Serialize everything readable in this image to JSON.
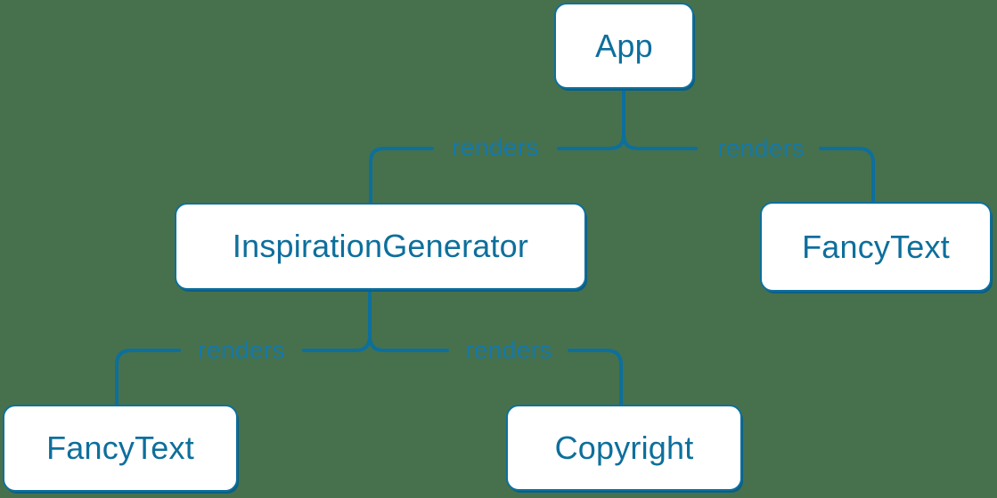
{
  "diagram": {
    "type": "component-render-tree",
    "colors": {
      "background": "#47714C",
      "line": "#0D6F9C",
      "node_border": "#0D6F9C",
      "node_fill": "#FFFFFF",
      "node_text": "#0D6F9C",
      "edge_label": "#1478AA",
      "node_shadow": "#0B5F85"
    },
    "nodes": [
      {
        "id": "app",
        "label": "App"
      },
      {
        "id": "inspiration-generator",
        "label": "InspirationGenerator"
      },
      {
        "id": "fancy-text-top",
        "label": "FancyText"
      },
      {
        "id": "fancy-text-bottom",
        "label": "FancyText"
      },
      {
        "id": "copyright",
        "label": "Copyright"
      }
    ],
    "edges": [
      {
        "from": "App",
        "to": "InspirationGenerator",
        "label": "renders"
      },
      {
        "from": "App",
        "to": "FancyText",
        "label": "renders"
      },
      {
        "from": "InspirationGenerator",
        "to": "FancyText",
        "label": "renders"
      },
      {
        "from": "InspirationGenerator",
        "to": "Copyright",
        "label": "renders"
      }
    ]
  }
}
